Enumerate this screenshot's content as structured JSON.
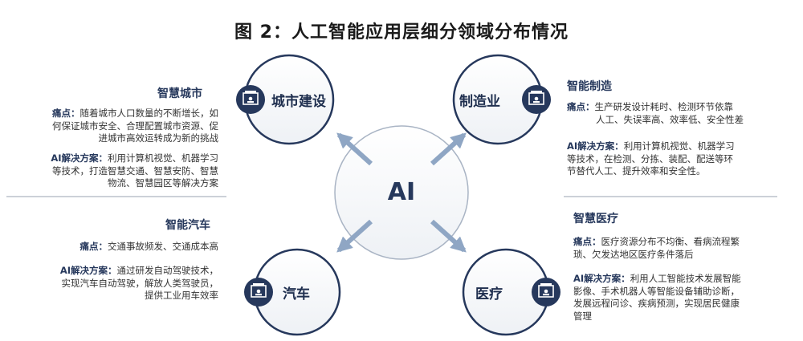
{
  "title": "图 2：人工智能应用层细分领域分布情况",
  "center": {
    "label": "AI"
  },
  "nodes": {
    "city": {
      "label": "城市建设",
      "icon": "certificate-icon"
    },
    "mfg": {
      "label": "制造业",
      "icon": "certificate-icon"
    },
    "car": {
      "label": "汽车",
      "icon": "certificate-icon"
    },
    "med": {
      "label": "医疗",
      "icon": "certificate-icon"
    }
  },
  "sections": {
    "city": {
      "title": "智慧城市",
      "pain_key": "痛点：",
      "pain_lines": [
        "随着城市人口数量的不断增长，如",
        "何保证城市安全、合理配置城市资源、促",
        "进城市高效运转成为新的挑战"
      ],
      "ai_key": "AI解决方案：",
      "ai_lines": [
        "利用计算机视觉、机器学习",
        "等技术，打造智慧交通、智慧安防、智慧",
        "物流、智慧园区等解决方案"
      ]
    },
    "mfg": {
      "title": "智能制造",
      "pain_key": "痛点：",
      "pain_lines": [
        "生产研发设计耗时、检测环节依靠",
        "人工、失误率高、效率低、安全性差"
      ],
      "ai_key": "AI解决方案：",
      "ai_lines": [
        "利用计算机视觉、机器学习",
        "等技术，在检测、分拣、装配、配送等环",
        "节替代人工、提升效率和安全性。"
      ]
    },
    "car": {
      "title": "智能汽车",
      "pain_key": "痛点：",
      "pain_lines": [
        "交通事故频发、交通成本高"
      ],
      "ai_key": "AI解决方案：",
      "ai_lines": [
        "通过研发自动驾驶技术，",
        "实现汽车自动驾驶，解放人类驾驶员，",
        "提供工业用车效率"
      ]
    },
    "med": {
      "title": "智慧医疗",
      "pain_key": "痛点：",
      "pain_lines": [
        "医疗资源分布不均衡、看病流程繁",
        "琐、欠发达地区医疗条件落后"
      ],
      "ai_key": "AI解决方案：",
      "ai_lines": [
        "利用人工智能技术发展智能",
        "影像、手术机器人等智能设备辅助诊断，",
        "发展远程问诊、疾病预测，实现居民健康",
        "管理"
      ]
    }
  },
  "colors": {
    "navy": "#26385c",
    "arrow": "#8fa6c4",
    "ring": "#a9b4c4"
  }
}
